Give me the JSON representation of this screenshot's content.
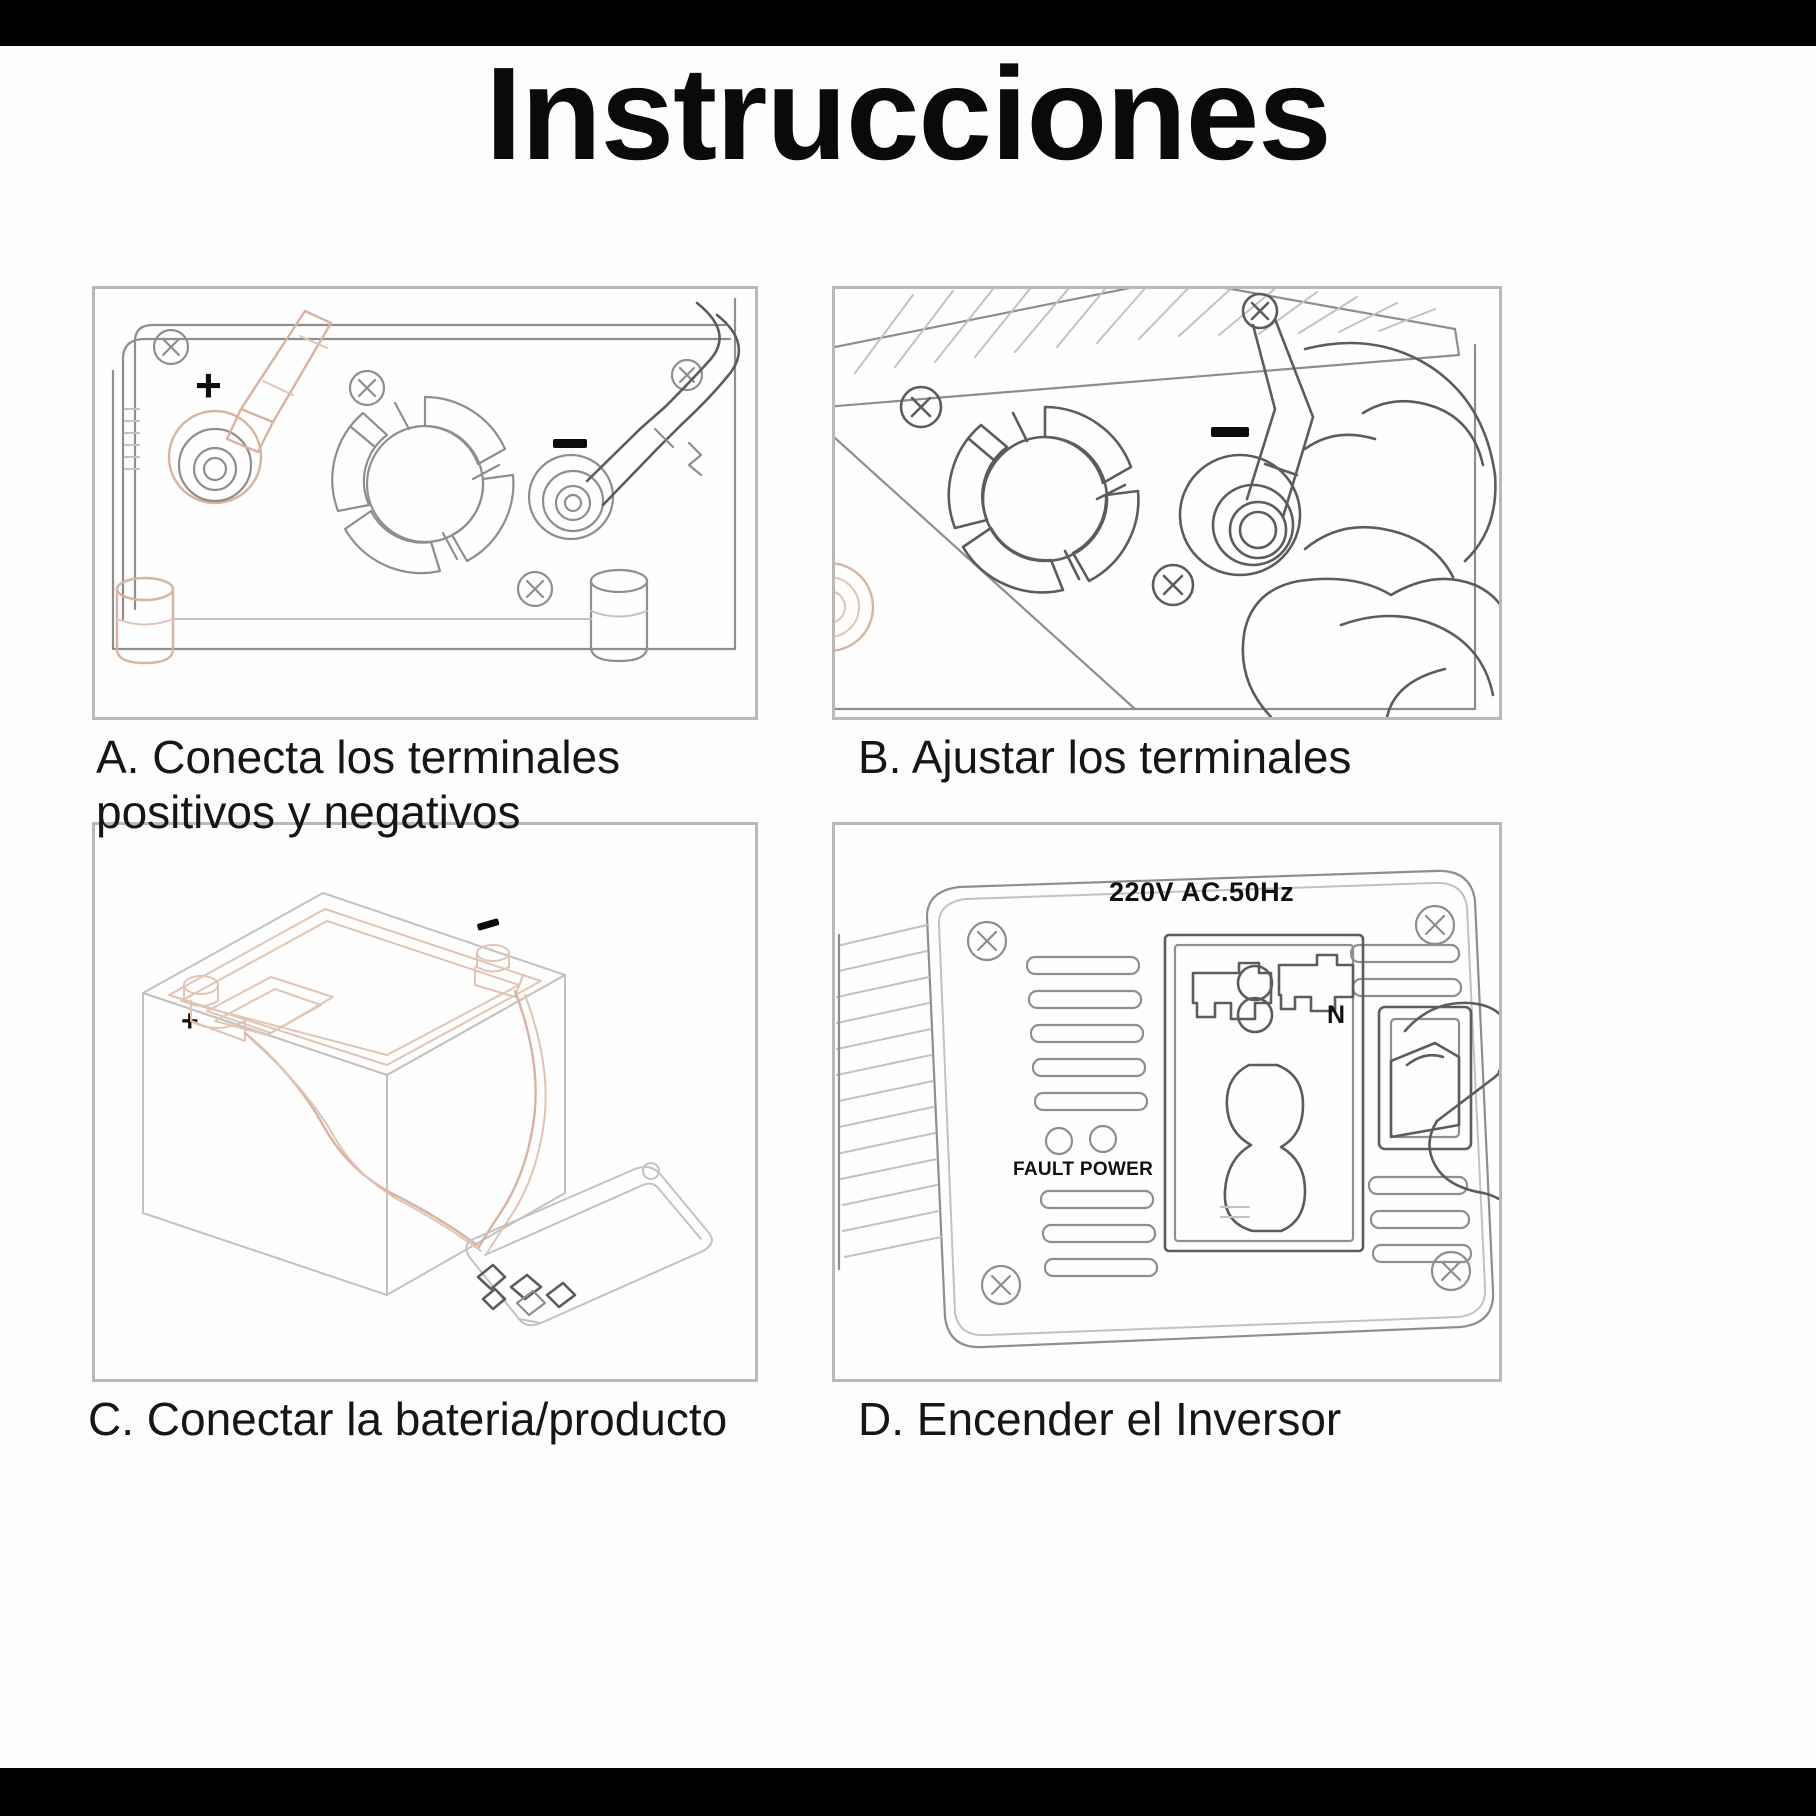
{
  "document": {
    "title": "Instrucciones",
    "background_color": "#fdfdfd",
    "letterbox_color": "#000000"
  },
  "steps": [
    {
      "id": "a",
      "letter": "A.",
      "caption": "A. Conecta los terminales\n     positivos y negativos",
      "panel_name": "panel-a-connect-terminals",
      "illustration": "inverter-rear-panel-with-positive-and-negative-terminals",
      "markings": {
        "positive": "+",
        "negative": "—"
      }
    },
    {
      "id": "b",
      "letter": "B.",
      "caption": "B. Ajustar los terminales",
      "panel_name": "panel-b-tighten-terminals",
      "illustration": "hand-tightening-negative-terminal-nut",
      "markings": {
        "negative": "—"
      }
    },
    {
      "id": "c",
      "letter": "C.",
      "caption": "C. Conectar la bateria/producto",
      "panel_name": "panel-c-connect-battery",
      "illustration": "car-battery-wired-to-inverter-unit",
      "markings": {
        "positive": "+",
        "negative": "—"
      }
    },
    {
      "id": "d",
      "letter": "D.",
      "caption": "D. Encender el Inversor",
      "panel_name": "panel-d-power-on-inverter",
      "illustration": "inverter-front-face-with-ac-outlet-and-rocker-switch-pressed-by-finger",
      "labels": {
        "voltage": "220V AC.50Hz",
        "indicator_fault": "FAULT",
        "indicator_power": "POWER",
        "indicators_combined": "FAULT POWER",
        "neutral": "N"
      }
    }
  ],
  "icons": {
    "plus": "plus-sign-icon",
    "minus": "minus-sign-icon",
    "screw": "phillips-screw-icon",
    "fan_grille": "fan-grille-icon",
    "led": "led-indicator-icon",
    "outlet": "ac-outlet-icon",
    "rocker_switch": "rocker-switch-icon",
    "hand": "hand-icon",
    "battery": "car-battery-icon",
    "cable": "cable-icon"
  },
  "colors": {
    "line": "#8e8e8e",
    "line_dark": "#5c5c5c",
    "copper_cable": "#d8b3a2",
    "text": "#161616",
    "panel_border": "#b9b9b9"
  }
}
